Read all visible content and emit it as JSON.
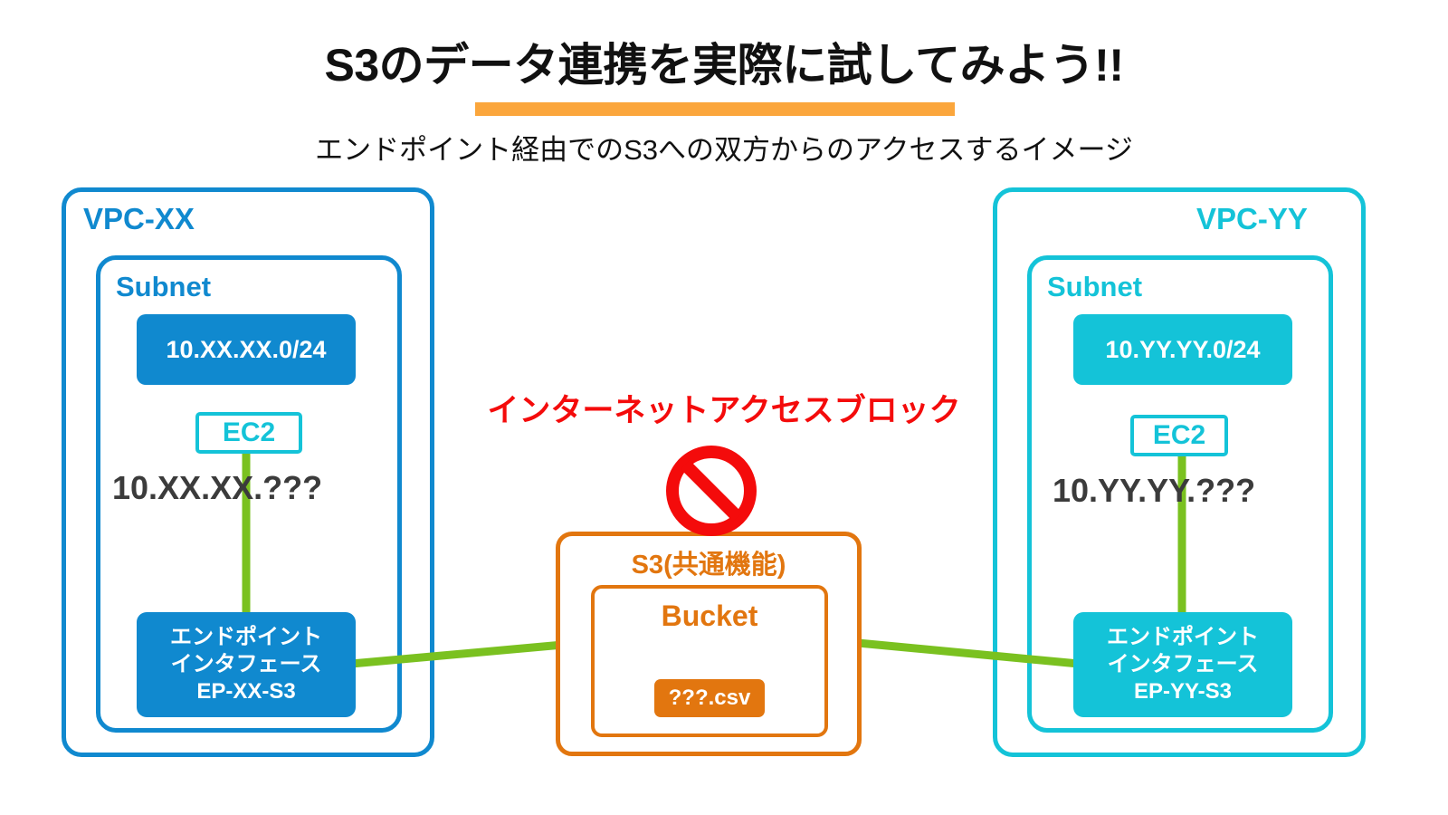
{
  "header": {
    "title": "S3のデータ連携を実際に試してみよう!!",
    "subtitle": "エンドポイント経由でのS3への双方からのアクセスするイメージ",
    "underline_color": "#fba63c"
  },
  "palette": {
    "blue": "#1089cf",
    "cyan": "#14c3d8",
    "orange": "#e2760f",
    "green": "#7ac120",
    "red": "#f40b0b",
    "dark_text": "#3b3b3b",
    "background": "#ffffff"
  },
  "vpc_left": {
    "label": "VPC-XX",
    "color": "#1089cf",
    "subnet": {
      "label": "Subnet",
      "cidr": "10.XX.XX.0/24",
      "ec2": {
        "label": "EC2",
        "private_ip": "10.XX.XX.???"
      },
      "endpoint": {
        "line1": "エンドポイント",
        "line2": "インタフェース",
        "line3": "EP-XX-S3"
      }
    }
  },
  "vpc_right": {
    "label": "VPC-YY",
    "color": "#14c3d8",
    "subnet": {
      "label": "Subnet",
      "cidr": "10.YY.YY.0/24",
      "ec2": {
        "label": "EC2",
        "private_ip": "10.YY.YY.???"
      },
      "endpoint": {
        "line1": "エンドポイント",
        "line2": "インタフェース",
        "line3": "EP-YY-S3"
      }
    }
  },
  "s3": {
    "label": "S3(共通機能)",
    "color": "#e2760f",
    "bucket": {
      "label": "Bucket",
      "object": "???.csv"
    }
  },
  "warning": {
    "text": "インターネットアクセスブロック",
    "color": "#f40b0b",
    "icon": "no-entry-icon"
  },
  "connections": [
    {
      "from": "ec2-left",
      "to": "endpoint-left",
      "color": "#7ac120"
    },
    {
      "from": "endpoint-left",
      "to": "s3-bucket",
      "color": "#7ac120"
    },
    {
      "from": "ec2-right",
      "to": "endpoint-right",
      "color": "#7ac120"
    },
    {
      "from": "s3-bucket",
      "to": "endpoint-right",
      "color": "#7ac120"
    }
  ]
}
